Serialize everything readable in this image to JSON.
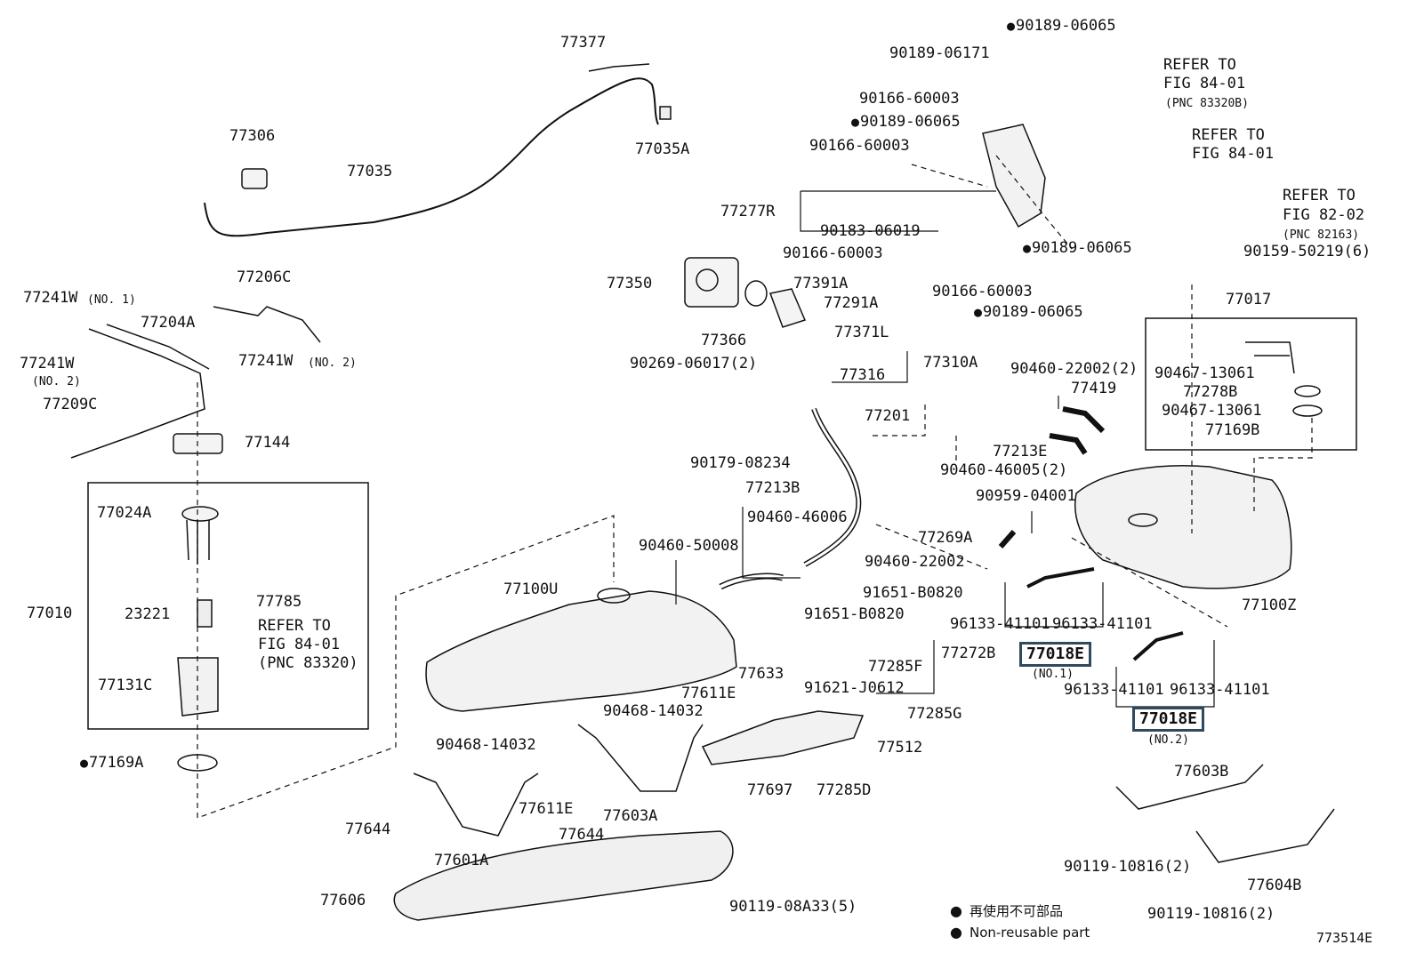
{
  "labels": {
    "p77377": "77377",
    "p77306": "77306",
    "p77035": "77035",
    "p77035A": "77035A",
    "p90189_06065_a": "90189-06065",
    "p90189_06171": "90189-06171",
    "p90166_60003_a": "90166-60003",
    "p90189_06065_b": "90189-06065",
    "p90166_60003_b": "90166-60003",
    "p77277R": "77277R",
    "p90183_06019": "90183-06019",
    "p90166_60003_c": "90166-60003",
    "p90189_06065_c": "90189-06065",
    "p90166_60003_d": "90166-60003",
    "p90189_06065_d": "90189-06065",
    "ref_84_01_a": "REFER TO",
    "ref_84_01_a2": "FIG 84-01",
    "ref_84_01_a3": "(PNC 83320B)",
    "ref_84_01_b": "REFER TO",
    "ref_84_01_b2": "FIG 84-01",
    "ref_82_02": "REFER TO",
    "ref_82_02b": "FIG 82-02",
    "ref_82_02c": "(PNC 82163)",
    "p90159_50219": "90159-50219(6)",
    "p77017": "77017",
    "p90467_13061_a": "90467-13061",
    "p77278B": "77278B",
    "p90467_13061_b": "90467-13061",
    "p77169B": "77169B",
    "p77241W_1": "77241W",
    "p77241W_1n": "(NO. 1)",
    "p77206C": "77206C",
    "p77204A": "77204A",
    "p77241W_2": "77241W",
    "p77241W_2n": "(NO. 2)",
    "p77241W_3": "77241W",
    "p77241W_3n": "(NO. 2)",
    "p77209C": "77209C",
    "p77144": "77144",
    "p77350": "77350",
    "p77391A": "77391A",
    "p77291A": "77291A",
    "p77366": "77366",
    "p90269_06017": "90269-06017(2)",
    "p77371L": "77371L",
    "p77310A": "77310A",
    "p77316": "77316",
    "p90460_22002_2": "90460-22002(2)",
    "p77419": "77419",
    "p77201": "77201",
    "p77213E": "77213E",
    "p90460_46005": "90460-46005(2)",
    "p90179_08234": "90179-08234",
    "p77213B": "77213B",
    "p90460_46006": "90460-46006",
    "p90959_04001": "90959-04001",
    "p77269A": "77269A",
    "p90460_50008": "90460-50008",
    "p90460_22002": "90460-22002",
    "p91651_B0820_a": "91651-B0820",
    "p77024A": "77024A",
    "p77010": "77010",
    "p23221": "23221",
    "p77785": "77785",
    "ref_84_01_c": "REFER TO",
    "ref_84_01_c2": "FIG 84-01",
    "ref_84_01_c3": "(PNC 83320)",
    "p77131C": "77131C",
    "p77100U": "77100U",
    "p91651_B0820_b": "91651-B0820",
    "p96133_41101_a": "96133-41101",
    "p96133_41101_b": "96133-41101",
    "p77100Z": "77100Z",
    "p77272B": "77272B",
    "p77018E_1": "77018E",
    "p77018E_1n": "(NO.1)",
    "p77633": "77633",
    "p77285F": "77285F",
    "p77611E_a": "77611E",
    "p91621_J0612": "91621-J0612",
    "p96133_41101_c": "96133-41101",
    "p96133_41101_d": "96133-41101",
    "p90468_14032_a": "90468-14032",
    "p77285G": "77285G",
    "p77018E_2": "77018E",
    "p77018E_2n": "(NO.2)",
    "p77169A": "77169A",
    "p90468_14032_b": "90468-14032",
    "p77512": "77512",
    "p77697": "77697",
    "p77285D": "77285D",
    "p77603B": "77603B",
    "p77611E_b": "77611E",
    "p77603A": "77603A",
    "p77644_a": "77644",
    "p77644_b": "77644",
    "p77601A": "77601A",
    "p90119_10816_a": "90119-10816(2)",
    "p77604B": "77604B",
    "p77606": "77606",
    "p90119_08A33": "90119-08A33(5)",
    "p90119_10816_b": "90119-10816(2)"
  },
  "legend": {
    "ja": "再使用不可部品",
    "en": "Non-reusable part"
  },
  "figure_id": "773514E"
}
